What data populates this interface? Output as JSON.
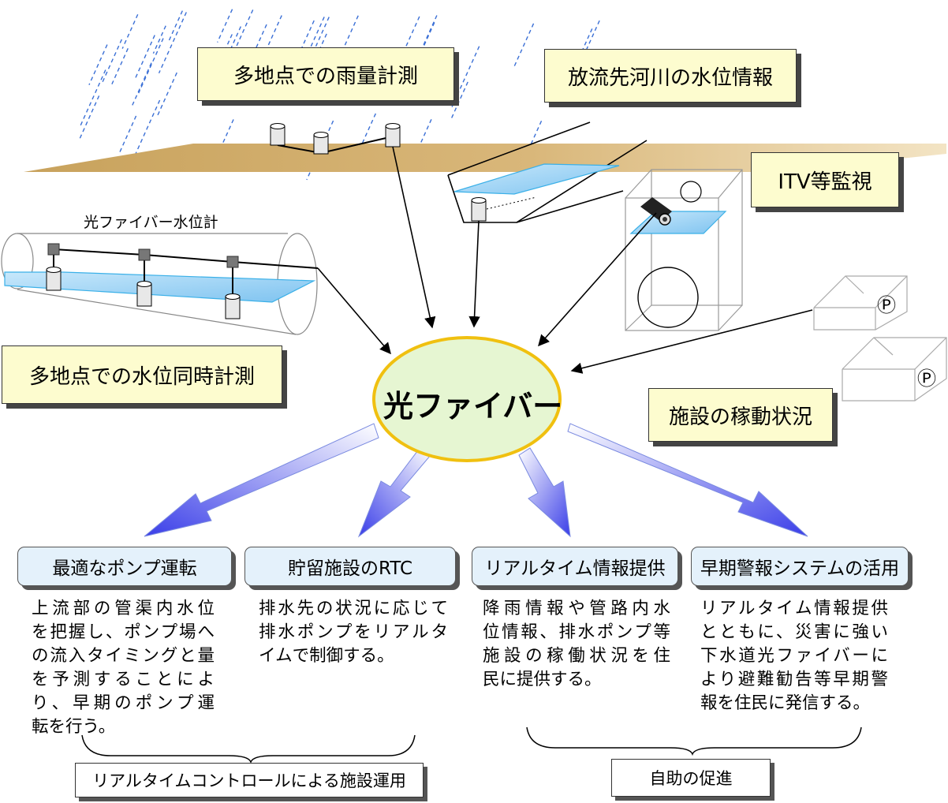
{
  "top_boxes": {
    "rain": "多地点での雨量計測",
    "river": "放流先河川の水位情報",
    "itv": "ITV等監視",
    "water_level": "多地点での水位同時計測",
    "facility": "施設の稼動状況"
  },
  "pipe_label": "光ファイバー水位計",
  "center": "光ファイバー",
  "parking_symbol": "Ⓟ",
  "uses": [
    {
      "title": "最適なポンプ運転",
      "lines": [
        "上流部の管渠内水位",
        "を把握し、ポンプ場へ",
        "の流入タイミングと量",
        "を予測することによ",
        "り、早期のポンプ運",
        "転を行う。"
      ]
    },
    {
      "title": "貯留施設のRTC",
      "lines": [
        "排水先の状況に応じて",
        "排水ポンプをリアルタ",
        "イムで制御する。"
      ]
    },
    {
      "title": "リアルタイム情報提供",
      "lines": [
        "降雨情報や管路内水",
        "位情報、排水ポンプ等",
        "施設の稼働状況を住",
        "民に提供する。"
      ]
    },
    {
      "title": "早期警報システムの活用",
      "lines": [
        "リアルタイム情報提供",
        "とともに、災害に強い",
        "下水道光ファイバーに",
        "より避難勧告等早期警",
        "報を住民に発信する。"
      ]
    }
  ],
  "groups": {
    "left": "リアルタイムコントロールによる施設運用",
    "right": "自助の促進"
  },
  "colors": {
    "yellow_box": "#fdfccf",
    "blue_box": "#e4f1fb",
    "center_fill": "#e6f6d2",
    "center_stroke": "#f0c010",
    "water": "#9fd4f5",
    "ground": "#d7b57a",
    "arrow_dark": "#3a3ee8"
  }
}
